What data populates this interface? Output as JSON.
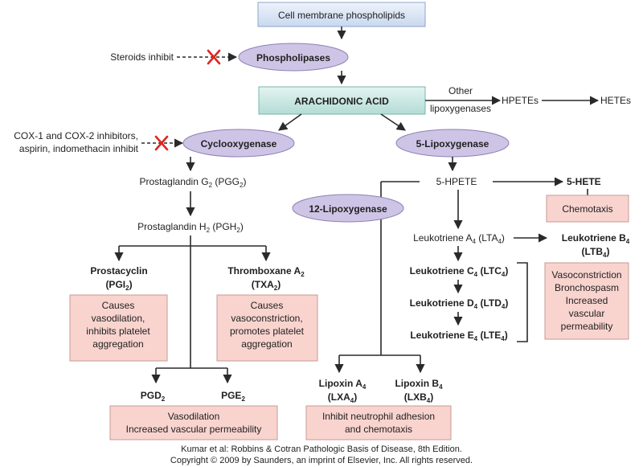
{
  "membrane": "Cell membrane phospholipids",
  "phospholipases": "Phospholipases",
  "steroids": "Steroids inhibit",
  "aa": "ARACHIDONIC ACID",
  "other_lipox": [
    "Other",
    "lipoxygenases"
  ],
  "hpetes": "HPETEs",
  "hetes": "HETEs",
  "cox_inhib": [
    "COX-1 and COX-2 inhibitors,",
    "aspirin, indomethacin inhibit"
  ],
  "cyclooxygenase": "Cyclooxygenase",
  "lipox5": "5-Lipoxygenase",
  "lipox12": "12-Lipoxygenase",
  "pgg2": {
    "a": "Prostaglandin G",
    "s1": "2",
    "b": " (PGG",
    "s2": "2",
    "c": ")"
  },
  "pgh2": {
    "a": "Prostaglandin H",
    "s1": "2",
    "b": " (PGH",
    "s2": "2",
    "c": ")"
  },
  "hpete5": "5-HPETE",
  "hete5": "5-HETE",
  "chemotaxis": "Chemotaxis",
  "lta4": {
    "a": "Leukotriene A",
    "s1": "4",
    "b": " (LTA",
    "s2": "4",
    "c": ")"
  },
  "ltb4": {
    "a": "Leukotriene B",
    "s1": "4",
    "b": "(LTB",
    "s2": "4",
    "c": ")"
  },
  "ltc4": {
    "a": "Leukotriene C",
    "s1": "4",
    "b": " (LTC",
    "s2": "4",
    "c": ")"
  },
  "ltd4": {
    "a": "Leukotriene D",
    "s1": "4",
    "b": " (LTD",
    "s2": "4",
    "c": ")"
  },
  "lte4": {
    "a": "Leukotriene E",
    "s1": "4",
    "b": " (LTE",
    "s2": "4",
    "c": ")"
  },
  "lt_effects": [
    "Vasoconstriction",
    "Bronchospasm",
    "Increased",
    "vascular",
    "permeability"
  ],
  "prostacyclin": {
    "a": "Prostacyclin",
    "b": "(PGI",
    "s": "2",
    "c": ")"
  },
  "thromboxane": {
    "a": "Thromboxane A",
    "s1": "2",
    "b": "(TXA",
    "s2": "2",
    "c": ")"
  },
  "pgi2_effects": [
    "Causes",
    "vasodilation,",
    "inhibits platelet",
    "aggregation"
  ],
  "txa2_effects": [
    "Causes",
    "vasoconstriction,",
    "promotes platelet",
    "aggregation"
  ],
  "pgd2": {
    "a": "PGD",
    "s": "2"
  },
  "pge2": {
    "a": "PGE",
    "s": "2"
  },
  "pg_effects": [
    "Vasodilation",
    "Increased vascular permeability"
  ],
  "lxa4": {
    "a": "Lipoxin A",
    "s1": "4",
    "b": "(LXA",
    "s2": "4",
    "c": ")"
  },
  "lxb4": {
    "a": "Lipoxin B",
    "s1": "4",
    "b": "(LXB",
    "s2": "4",
    "c": ")"
  },
  "lx_effects": [
    "Inhibit neutrophil adhesion",
    "and chemotaxis"
  ],
  "credit": [
    "Kumar et al: Robbins & Cotran Pathologic Basis of Disease, 8th Edition.",
    "Copyright © 2009 by Saunders, an imprint of Elsevier, Inc. All rights reserved."
  ],
  "colors": {
    "blue_box": "#d7e3f5",
    "teal_box": "#bfe3df",
    "pink_box": "#f9d4cf",
    "ellipse": "#cec5e6",
    "inhibit_x": "#e0261d"
  }
}
